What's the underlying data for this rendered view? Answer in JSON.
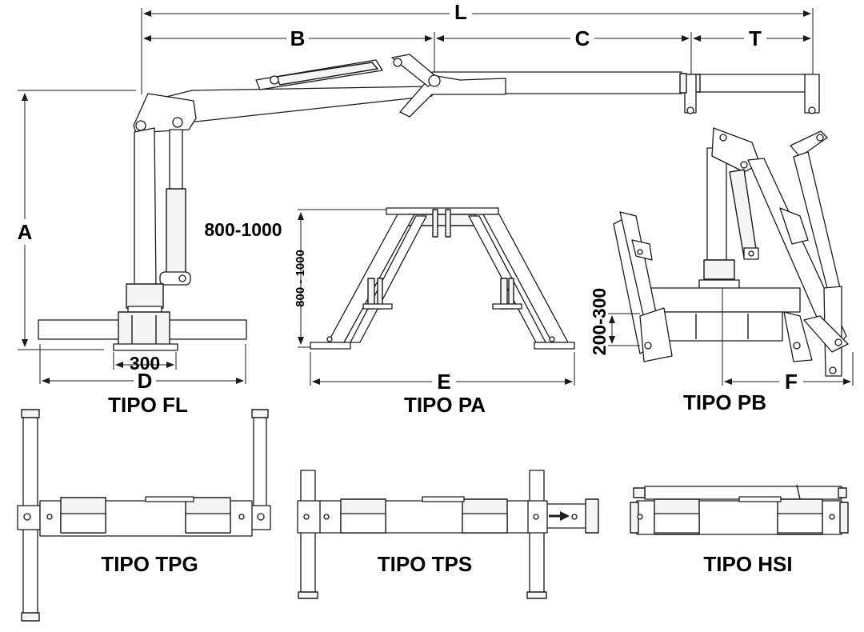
{
  "dimensions": {
    "L": "L",
    "B": "B",
    "C": "C",
    "T": "T",
    "A": "A",
    "D": "D",
    "E": "E",
    "F": "F",
    "height_range": "800-1000",
    "height_range_vertical": "800 - 1000",
    "base_width": "300",
    "pb_range": "200-300"
  },
  "types": {
    "fl": "TIPO FL",
    "pa": "TIPO PA",
    "pb": "TIPO PB",
    "tpg": "TIPO TPG",
    "tps": "TIPO TPS",
    "hsi": "TIPO HSI"
  }
}
